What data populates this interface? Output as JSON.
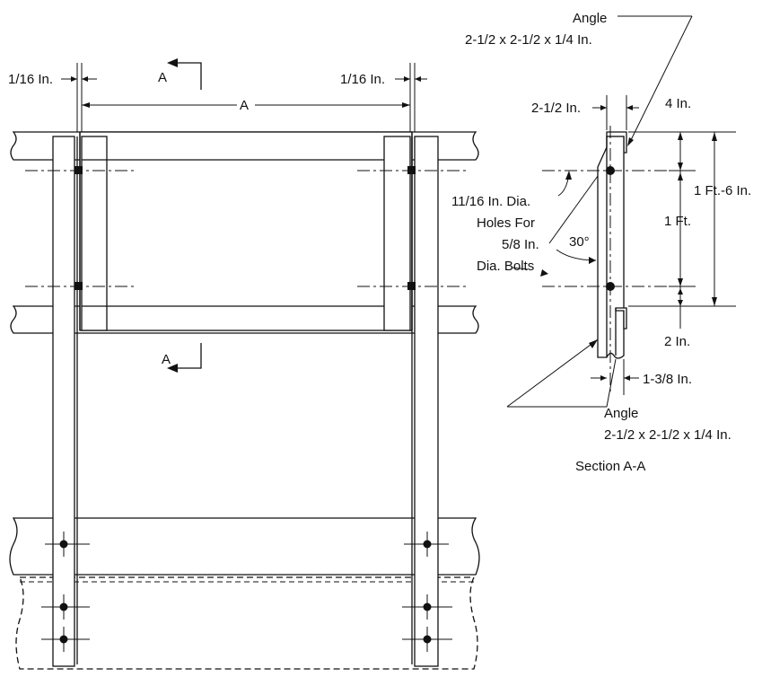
{
  "labels": {
    "gap_left": "1/16 In.",
    "gap_right": "1/16 In.",
    "section_marker": "A",
    "dim_a": "A",
    "angle_top_line1": "Angle",
    "angle_top_line2": "2-1/2 x 2-1/2 x 1/4 In.",
    "leg_width": "2-1/2 In.",
    "dim_4in": "4 In.",
    "dim_total": "1 Ft.-6 In.",
    "dim_1ft": "1 Ft.",
    "dim_2in": "2 In.",
    "dim_edge": "1-3/8 In.",
    "holes_line1": "11/16 In. Dia.",
    "holes_line2": "Holes For",
    "holes_line3": "5/8 In.",
    "holes_line4": "Dia. Bolts",
    "bevel_angle": "30°",
    "angle_bottom_line1": "Angle",
    "angle_bottom_line2": "2-1/2 x 2-1/2 x 1/4 In.",
    "section_title": "Section A-A"
  }
}
